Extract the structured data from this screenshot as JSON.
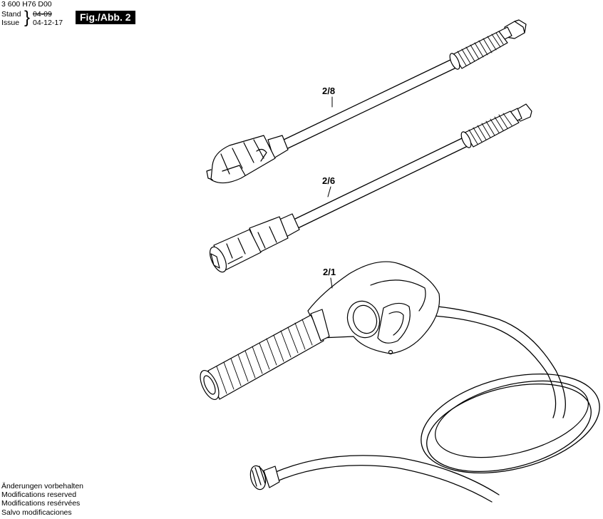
{
  "header": {
    "doc_code": "3 600 H76 D00",
    "stand_label": "Stand",
    "issue_label": "Issue",
    "old_date": "04-09",
    "new_date": "04-12-17",
    "figure_label": "Fig./Abb. 2"
  },
  "callouts": {
    "lance_2_8": "2/8",
    "lance_2_6": "2/6",
    "gun_2_1": "2/1"
  },
  "footer": {
    "line1": "Änderungen vorbehalten",
    "line2": "Modifications reserved",
    "line3": "Modifications resérvées",
    "line4": "Salvo modificaciones"
  }
}
